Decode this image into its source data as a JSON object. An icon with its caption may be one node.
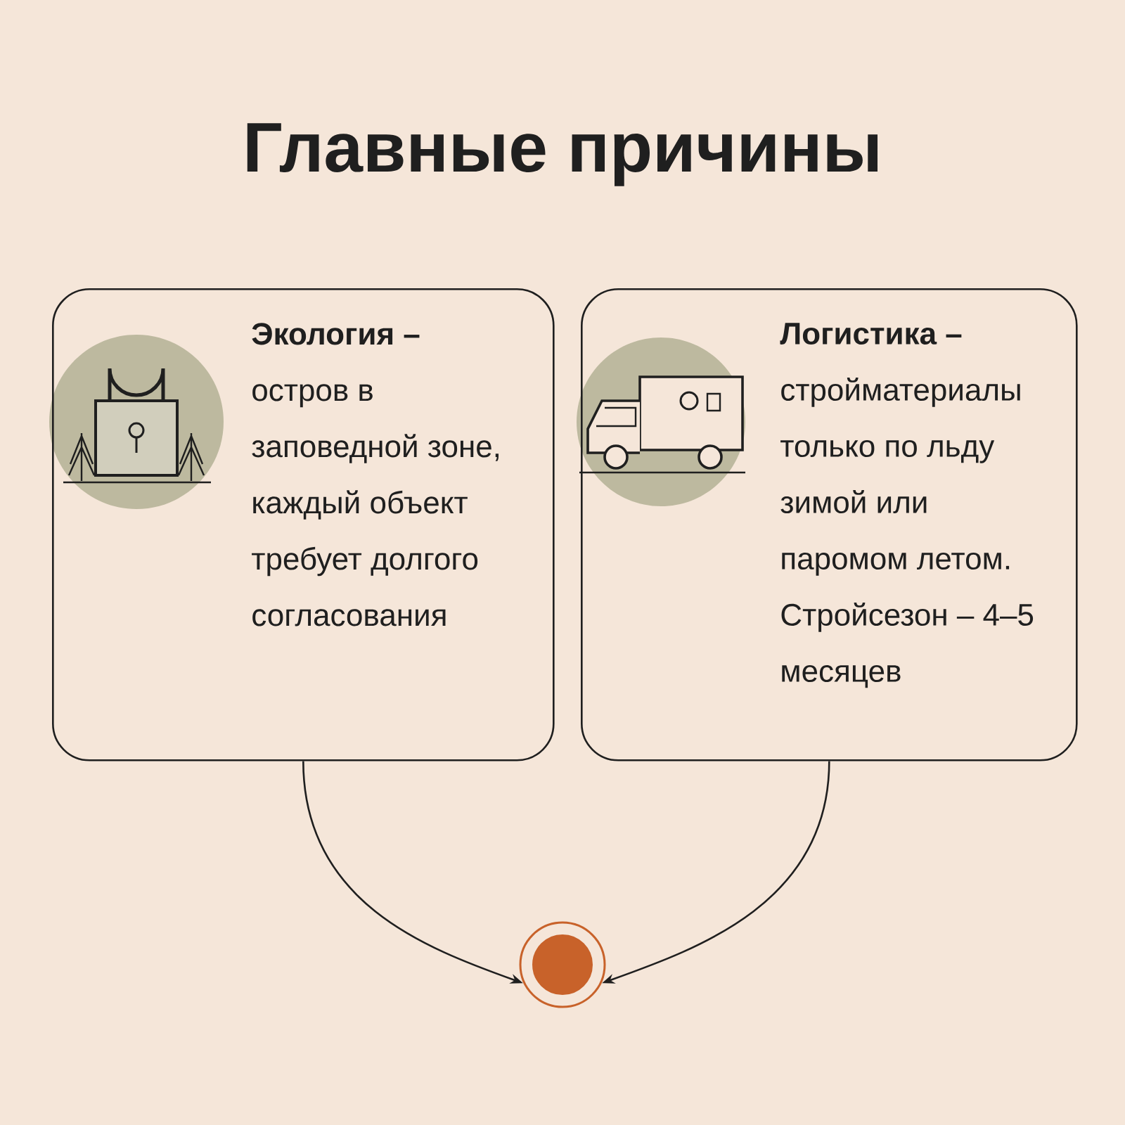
{
  "diagram": {
    "title": "Главные причины",
    "nodes": [
      {
        "text": [
          "Экология –",
          "остров в заповедной зоне, каждый объект требует долгого согласования"
        ]
      },
      {
        "text": [
          "Логистика –",
          "стройматериалы только по льду зимой или паромом летом. Стройсезон – 4–5 месяцев"
        ]
      },
      {
        "text": [],
        "shape": "circle"
      }
    ],
    "edges": [
      {
        "from": 0,
        "to": 2,
        "arrow": "to"
      },
      {
        "from": 1,
        "to": 2,
        "arrow": "to"
      }
    ]
  }
}
